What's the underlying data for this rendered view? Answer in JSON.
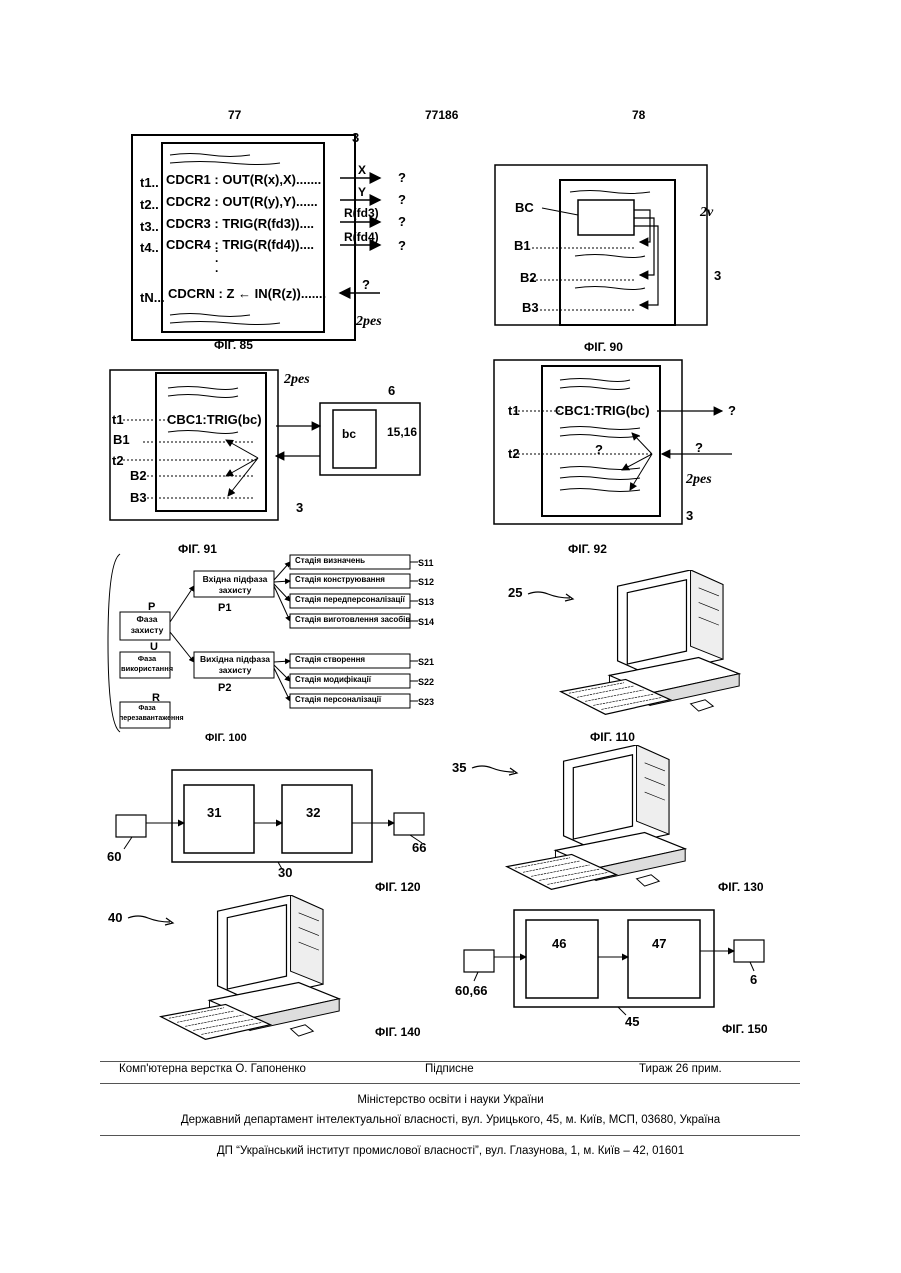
{
  "header": {
    "page_left": "77",
    "doc_number": "77186",
    "page_right": "78"
  },
  "fig85": {
    "caption": "ФІГ. 85",
    "label_3": "3",
    "label_2pes": "2pes",
    "rows": [
      {
        "t": "t1..",
        "cmd": "CDCR1 : OUT(R(x),X).......",
        "out": "X",
        "q": "?"
      },
      {
        "t": "t2..",
        "cmd": "CDCR2 : OUT(R(y),Y)......",
        "out": "Y",
        "q": "?"
      },
      {
        "t": "t3..",
        "cmd": "CDCR3 : TRIG(R(fd3))....",
        "out": "R(fd3)",
        "q": "?"
      },
      {
        "t": "t4..",
        "cmd": "CDCR4 : TRIG(R(fd4))....",
        "out": "R(fd4)",
        "q": "?"
      }
    ],
    "last_row": {
      "t": "tN...",
      "cmd": "CDCRN : Z ← IN(R(z)).......",
      "q": "?"
    }
  },
  "fig90": {
    "caption": "ФІГ. 90",
    "label_bc": "BC",
    "label_2v": "2v",
    "label_3": "3",
    "b_labels": [
      "B1",
      "B2",
      "B3"
    ]
  },
  "fig91": {
    "caption": "ФІГ. 91",
    "label_2pes": "2pes",
    "label_6": "6",
    "label_bc": "bc",
    "label_1516": "15,16",
    "label_3": "3",
    "t1": "t1",
    "cmd": "CBC1:TRIG(bc)",
    "t2": "t2",
    "b_labels": [
      "B1",
      "B2",
      "B3"
    ]
  },
  "fig92": {
    "caption": "ФІГ. 92",
    "t1": "t1",
    "cmd": "CBC1:TRIG(bc)",
    "t2": "t2",
    "q": "?",
    "label_2pes": "2pes",
    "label_3": "3"
  },
  "fig100": {
    "caption": "ФІГ. 100",
    "phases": [
      {
        "letter": "P",
        "name": "Фаза захисту"
      },
      {
        "letter": "U",
        "name": "Фаза використання"
      },
      {
        "letter": "R",
        "name": "Фаза перезавантаження"
      }
    ],
    "subphase_in": "Вхідна підфаза захисту",
    "subphase_in_label": "P1",
    "subphase_out": "Вихідна підфаза захисту",
    "subphase_out_label": "P2",
    "stages_in": [
      {
        "name": "Стадія визначень",
        "code": "S11"
      },
      {
        "name": "Стадія конструювання",
        "code": "S12"
      },
      {
        "name": "Стадія передперсоналізації",
        "code": "S13"
      },
      {
        "name": "Стадія виготовлення засобів",
        "code": "S14"
      }
    ],
    "stages_out": [
      {
        "name": "Стадія створення",
        "code": "S21"
      },
      {
        "name": "Стадія модифікації",
        "code": "S22"
      },
      {
        "name": "Стадія персоналізації",
        "code": "S23"
      }
    ]
  },
  "fig110": {
    "caption": "ФІГ. 110",
    "label": "25"
  },
  "fig120": {
    "caption": "ФІГ. 120",
    "label_31": "31",
    "label_32": "32",
    "label_60": "60",
    "label_66": "66",
    "label_30": "30"
  },
  "fig130": {
    "caption": "ФІГ. 130",
    "label": "35"
  },
  "fig140": {
    "caption": "ФІГ. 140",
    "label": "40"
  },
  "fig150": {
    "caption": "ФІГ. 150",
    "label_46": "46",
    "label_47": "47",
    "label_6066": "60,66",
    "label_6": "6",
    "label_45": "45"
  },
  "footer": {
    "typesetting": "Комп'ютерна верстка О. Гапоненко",
    "signed": "Підписне",
    "circulation": "Тираж 26 прим.",
    "ministry": "Міністерство освіти і науки України",
    "department": "Державний департамент інтелектуальної власності, вул. Урицького, 45, м. Київ, МСП, 03680, Україна",
    "institute": "ДП “Український інститут промислової власності”, вул. Глазунова, 1, м. Київ – 42, 01601"
  }
}
